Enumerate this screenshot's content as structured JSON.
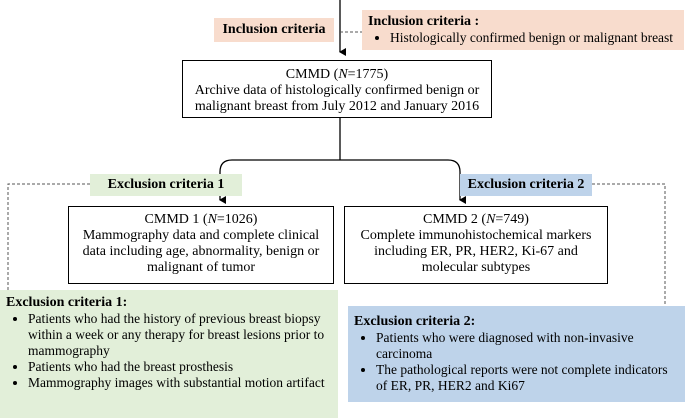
{
  "inclusion": {
    "tag": "Inclusion criteria",
    "panel_title": "Inclusion criteria :",
    "items": [
      "Histologically confirmed benign or malignant breast"
    ]
  },
  "cmmd": {
    "name": "CMMD",
    "n_label": "N",
    "count": "=1775)",
    "desc": [
      "Archive data of histologically confirmed benign or",
      "malignant breast from July 2012 and January 2016"
    ]
  },
  "exclusion1": {
    "tag": "Exclusion criteria 1",
    "panel_title": "Exclusion criteria 1:",
    "items": [
      "Patients who had the history of previous breast biopsy within a week or any therapy for breast lesions prior to mammography",
      "Patients who had the breast prosthesis",
      "Mammography images with substantial motion artifact"
    ]
  },
  "exclusion2": {
    "tag": "Exclusion criteria 2",
    "panel_title": "Exclusion criteria 2:",
    "items": [
      "Patients who were diagnosed with non-invasive carcinoma",
      "The pathological reports were not complete indicators of ER, PR, HER2 and Ki67"
    ]
  },
  "cmmd1": {
    "name": "CMMD 1",
    "n_label": "N",
    "count": "=1026)",
    "desc": [
      "Mammography data and complete clinical",
      "data including age, abnormality, benign or",
      "malignant of tumor"
    ]
  },
  "cmmd2": {
    "name": "CMMD 2",
    "n_label": "N",
    "count": "=749)",
    "desc": [
      "Complete immunohistochemical markers",
      "including ER, PR, HER2, Ki-67 and",
      "molecular subtypes"
    ]
  },
  "colors": {
    "inclusion_bg": "#f8dccd",
    "exclusion1_bg": "#e2efd9",
    "exclusion2_bg": "#bed3ea"
  }
}
